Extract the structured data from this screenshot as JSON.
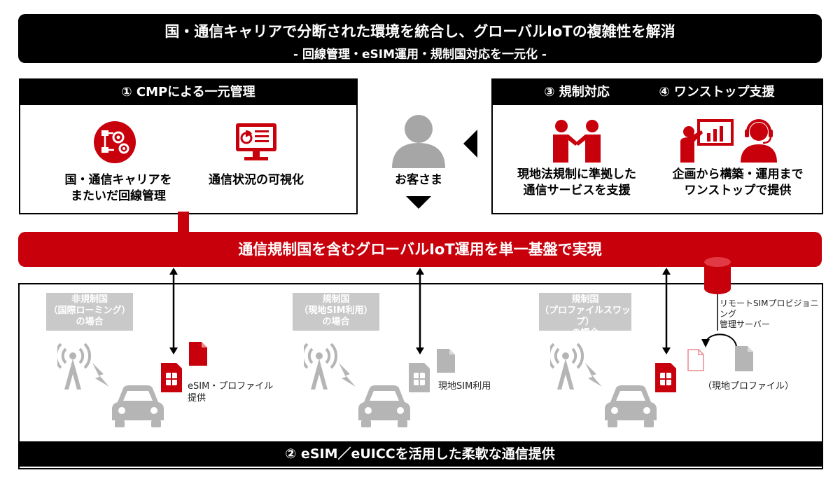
{
  "title": {
    "main": "国・通信キャリアで分断された環境を統合し、グローバルIoTの複雑性を解消",
    "sub": "- 回線管理・eSIM運用・規制国対応を一元化 -"
  },
  "cmp": {
    "header": "① CMPによる一元管理",
    "item1": [
      "国・通信キャリアを",
      "またいだ回線管理"
    ],
    "item2": "通信状況の可視化"
  },
  "customer": {
    "label": "お客さま"
  },
  "support": {
    "header_regulation": "③ 規制対応",
    "header_onestop": "④ ワンストップ支援",
    "item1": [
      "現地法規制に準拠した",
      "通信サービスを支援"
    ],
    "item2": [
      "企画から構築・運用まで",
      "ワンストップで提供"
    ]
  },
  "platform": {
    "label": "通信規制国を含むグローバルIoT運用を単一基盤で実現"
  },
  "regions": [
    {
      "label": [
        "非規制国",
        "（国際ローミング）",
        "の場合"
      ],
      "note": [
        "eSIM・プロファイル",
        "提供"
      ]
    },
    {
      "label": [
        "規制国",
        "（現地SIM利用）",
        "の場合"
      ],
      "note": [
        "現地SIM利用"
      ]
    },
    {
      "label": [
        "規制国",
        "（プロファイルスワップ）",
        "の場合"
      ],
      "note": [
        "（現地プロファイル）"
      ]
    }
  ],
  "server": {
    "label": [
      "リモートSIMプロビジョニング",
      "管理サーバー"
    ]
  },
  "footer": {
    "label": "② eSIM／eUICCを活用した柔軟な通信提供"
  },
  "colors": {
    "accent": "#c8000b",
    "dark": "#000000",
    "gray": "#c9c9c9"
  },
  "icons": [
    "gear-network-icon",
    "monitor-chart-icon",
    "person-icon",
    "handshake-icon",
    "presentation-icon",
    "headset-operator-icon",
    "antenna-icon",
    "lightning-icon",
    "car-icon",
    "sim-card-icon",
    "document-icon",
    "database-icon",
    "curved-arrow-icon"
  ]
}
